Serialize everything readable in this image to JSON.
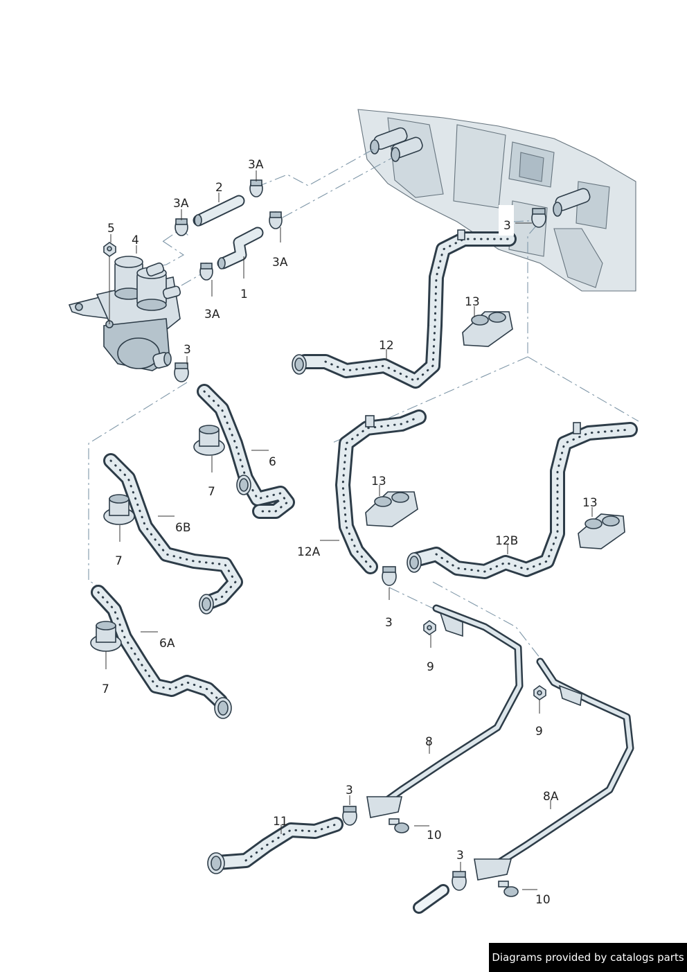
{
  "callouts": {
    "c1": "1",
    "c2": "2",
    "c3a_top": "3A",
    "c3a_left": "3A",
    "c3a_right": "3A",
    "c3a_bottom": "3A",
    "c4": "4",
    "c5": "5",
    "c3_valve": "3",
    "c3_engine": "3",
    "c3_12a": "3",
    "c3_11": "3",
    "c3_8a": "3",
    "c6": "6",
    "c6a": "6A",
    "c6b": "6B",
    "c7_a": "7",
    "c7_b": "7",
    "c7_c": "7",
    "c8": "8",
    "c8a": "8A",
    "c9_a": "9",
    "c9_b": "9",
    "c10_a": "10",
    "c10_b": "10",
    "c11": "11",
    "c12": "12",
    "c12a": "12A",
    "c12b": "12B",
    "c13_a": "13",
    "c13_b": "13",
    "c13_c": "13"
  },
  "footer": {
    "credit": "Diagrams provided by catalogs parts"
  }
}
